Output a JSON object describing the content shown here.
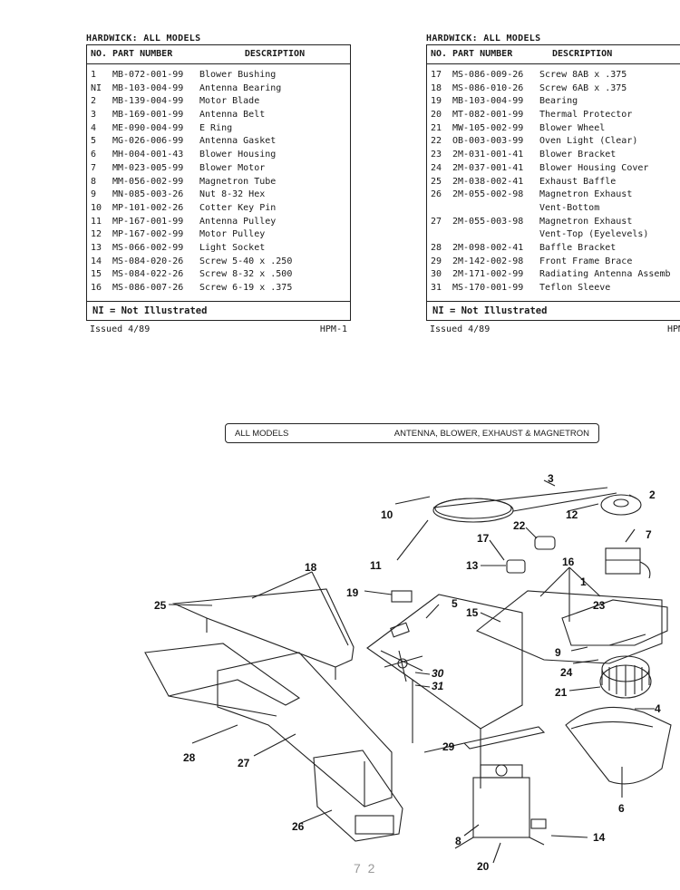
{
  "tables": [
    {
      "title": "HARDWICK:  ALL MODELS",
      "headers": {
        "no": "NO.",
        "part": "PART NUMBER",
        "desc": "DESCRIPTION"
      },
      "rows": [
        {
          "no": "1",
          "part": "MB-072-001-99",
          "desc": "Blower Bushing"
        },
        {
          "no": "NI",
          "part": "MB-103-004-99",
          "desc": "Antenna Bearing"
        },
        {
          "no": "2",
          "part": "MB-139-004-99",
          "desc": "Motor Blade"
        },
        {
          "no": "3",
          "part": "MB-169-001-99",
          "desc": "Antenna Belt"
        },
        {
          "no": "4",
          "part": "ME-090-004-99",
          "desc": "E Ring"
        },
        {
          "no": "5",
          "part": "MG-026-006-99",
          "desc": "Antenna Gasket"
        },
        {
          "no": "6",
          "part": "MH-004-001-43",
          "desc": "Blower Housing"
        },
        {
          "no": "7",
          "part": "MM-023-005-99",
          "desc": "Blower Motor"
        },
        {
          "no": "8",
          "part": "MM-056-002-99",
          "desc": "Magnetron Tube"
        },
        {
          "no": "9",
          "part": "MN-085-003-26",
          "desc": "Nut 8-32 Hex"
        },
        {
          "no": "10",
          "part": "MP-101-002-26",
          "desc": "Cotter Key Pin"
        },
        {
          "no": "11",
          "part": "MP-167-001-99",
          "desc": "Antenna Pulley"
        },
        {
          "no": "12",
          "part": "MP-167-002-99",
          "desc": "Motor Pulley"
        },
        {
          "no": "13",
          "part": "MS-066-002-99",
          "desc": "Light Socket"
        },
        {
          "no": "14",
          "part": "MS-084-020-26",
          "desc": "Screw 5-40 x .250"
        },
        {
          "no": "15",
          "part": "MS-084-022-26",
          "desc": "Screw 8-32 x .500"
        },
        {
          "no": "16",
          "part": "MS-086-007-26",
          "desc": "Screw 6-19 x .375"
        }
      ],
      "note": "NI = Not Illustrated",
      "issued": "Issued 4/89",
      "code": "HPM-1"
    },
    {
      "title": "HARDWICK:  ALL MODELS",
      "headers": {
        "no": "NO.",
        "part": "PART NUMBER",
        "desc": "DESCRIPTION"
      },
      "rows": [
        {
          "no": "17",
          "part": "MS-086-009-26",
          "desc": "Screw 8AB x .375"
        },
        {
          "no": "18",
          "part": "MS-086-010-26",
          "desc": "Screw 6AB x .375"
        },
        {
          "no": "19",
          "part": "MB-103-004-99",
          "desc": "Bearing"
        },
        {
          "no": "20",
          "part": "MT-082-001-99",
          "desc": "Thermal Protector"
        },
        {
          "no": "21",
          "part": "MW-105-002-99",
          "desc": "Blower Wheel"
        },
        {
          "no": "22",
          "part": "OB-003-003-99",
          "desc": "Oven Light (Clear)"
        },
        {
          "no": "23",
          "part": "2M-031-001-41",
          "desc": "Blower Bracket"
        },
        {
          "no": "24",
          "part": "2M-037-001-41",
          "desc": "Blower Housing Cover"
        },
        {
          "no": "25",
          "part": "2M-038-002-41",
          "desc": "Exhaust Baffle"
        },
        {
          "no": "26",
          "part": "2M-055-002-98",
          "desc": "Magnetron Exhaust"
        },
        {
          "no": "",
          "part": "",
          "desc": "Vent-Bottom"
        },
        {
          "no": "27",
          "part": "2M-055-003-98",
          "desc": "Magnetron Exhaust"
        },
        {
          "no": "",
          "part": "",
          "desc": "Vent-Top (Eyelevels)"
        },
        {
          "no": "28",
          "part": "2M-098-002-41",
          "desc": "Baffle Bracket"
        },
        {
          "no": "29",
          "part": "2M-142-002-98",
          "desc": "Front Frame Brace"
        },
        {
          "no": "30",
          "part": "2M-171-002-99",
          "desc": "Radiating Antenna  Assemb"
        },
        {
          "no": "31",
          "part": "MS-170-001-99",
          "desc": "Teflon Sleeve"
        }
      ],
      "note": "NI = Not Illustrated",
      "issued": "Issued 4/89",
      "code": "HPM"
    }
  ],
  "diagram": {
    "banner_left": "ALL MODELS",
    "banner_right": "ANTENNA, BLOWER, EXHAUST & MAGNETRON",
    "callouts": {
      "c1": "1",
      "c2": "2",
      "c3": "3",
      "c4": "4",
      "c5": "5",
      "c6": "6",
      "c7": "7",
      "c8": "8",
      "c9": "9",
      "c10": "10",
      "c11": "11",
      "c12": "12",
      "c13": "13",
      "c14": "14",
      "c15": "15",
      "c16": "16",
      "c17": "17",
      "c18": "18",
      "c19": "19",
      "c20": "20",
      "c21": "21",
      "c22": "22",
      "c23": "23",
      "c24": "24",
      "c25": "25",
      "c26": "26",
      "c27": "27",
      "c28": "28",
      "c29": "29",
      "c30": "30",
      "c31": "31"
    }
  },
  "page_mark": "7 2"
}
